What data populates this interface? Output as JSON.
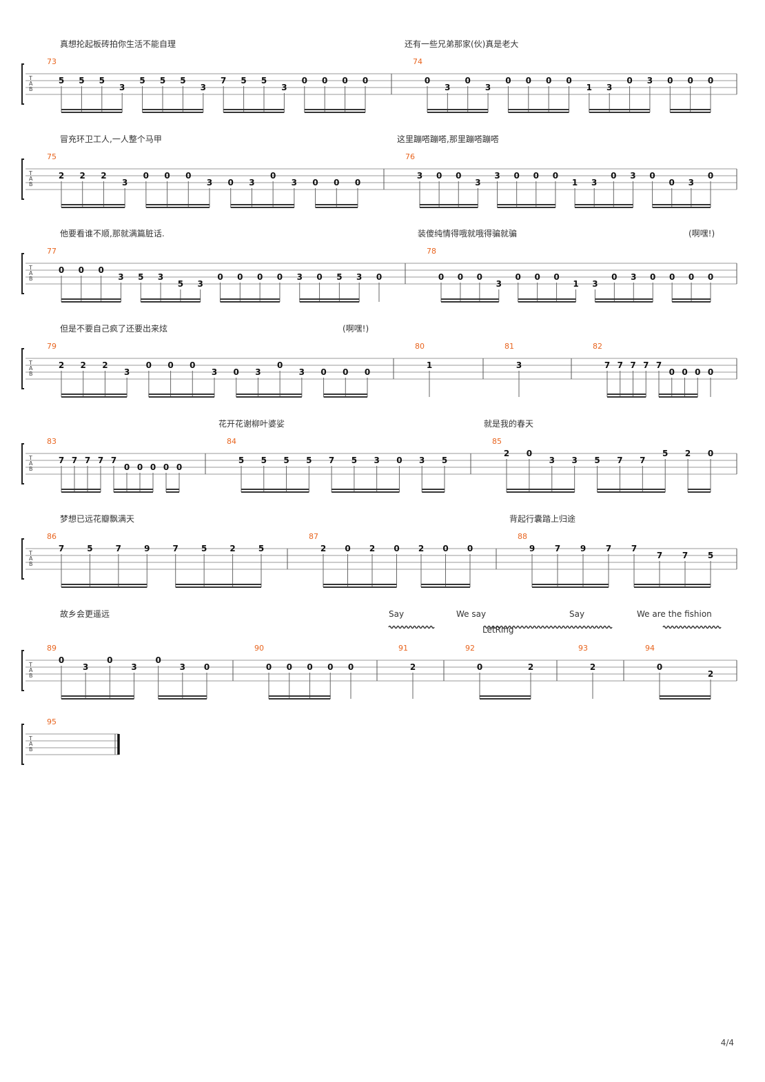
{
  "page_number": "4/4",
  "tab_label": [
    "T",
    "A",
    "B"
  ],
  "effects": {
    "let_ring_label": "LetRing"
  },
  "systems": [
    {
      "lyrics": [
        "真想抡起板砖拍你生活不能自理",
        "还有一些兄弟那家(伙)真是老大"
      ],
      "measures": [
        {
          "num": "73",
          "notes": [
            [
              2,
              "5"
            ],
            [
              2,
              "5"
            ],
            [
              2,
              "5"
            ],
            [
              3,
              "3"
            ],
            [
              2,
              "5"
            ],
            [
              2,
              "5"
            ],
            [
              2,
              "5"
            ],
            [
              3,
              "3"
            ],
            [
              2,
              "7"
            ],
            [
              2,
              "5"
            ],
            [
              2,
              "5"
            ],
            [
              3,
              "3"
            ],
            [
              2,
              "0"
            ],
            [
              2,
              "0"
            ],
            [
              2,
              "0"
            ],
            [
              2,
              "0"
            ]
          ]
        },
        {
          "num": "74",
          "notes": [
            [
              2,
              "0"
            ],
            [
              3,
              "3"
            ],
            [
              2,
              "0"
            ],
            [
              3,
              "3"
            ],
            [
              2,
              "0"
            ],
            [
              2,
              "0"
            ],
            [
              2,
              "0"
            ],
            [
              2,
              "0"
            ],
            [
              3,
              "1"
            ],
            [
              3,
              "3"
            ],
            [
              2,
              "0"
            ],
            [
              2,
              "3"
            ],
            [
              2,
              "0"
            ],
            [
              2,
              "0"
            ],
            [
              2,
              "0"
            ]
          ]
        }
      ]
    },
    {
      "lyrics": [
        "冒充环卫工人,一人整个马甲",
        "这里蹦嗒蹦嗒,那里蹦嗒蹦嗒"
      ],
      "measures": [
        {
          "num": "75",
          "notes": [
            [
              2,
              "2"
            ],
            [
              2,
              "2"
            ],
            [
              2,
              "2"
            ],
            [
              3,
              "3"
            ],
            [
              2,
              "0"
            ],
            [
              2,
              "0"
            ],
            [
              2,
              "0"
            ],
            [
              3,
              "3"
            ],
            [
              3,
              "0"
            ],
            [
              3,
              "3"
            ],
            [
              2,
              "0"
            ],
            [
              3,
              "3"
            ],
            [
              3,
              "0"
            ],
            [
              3,
              "0"
            ],
            [
              3,
              "0"
            ]
          ]
        },
        {
          "num": "76",
          "notes": [
            [
              2,
              "3"
            ],
            [
              2,
              "0"
            ],
            [
              2,
              "0"
            ],
            [
              3,
              "3"
            ],
            [
              2,
              "3"
            ],
            [
              2,
              "0"
            ],
            [
              2,
              "0"
            ],
            [
              2,
              "0"
            ],
            [
              3,
              "1"
            ],
            [
              3,
              "3"
            ],
            [
              2,
              "0"
            ],
            [
              2,
              "3"
            ],
            [
              2,
              "0"
            ],
            [
              3,
              "0"
            ],
            [
              3,
              "3"
            ],
            [
              2,
              "0"
            ]
          ]
        }
      ]
    },
    {
      "lyrics": [
        "他要看谁不顺,那就满篇脏话.",
        "装傻纯情得哦就哦得骗就骗",
        "(啊嘿!)"
      ],
      "measures": [
        {
          "num": "77",
          "notes": [
            [
              2,
              "0"
            ],
            [
              2,
              "0"
            ],
            [
              2,
              "0"
            ],
            [
              3,
              "3"
            ],
            [
              3,
              "5"
            ],
            [
              3,
              "3"
            ],
            [
              4,
              "5"
            ],
            [
              4,
              "3"
            ],
            [
              3,
              "0"
            ],
            [
              3,
              "0"
            ],
            [
              3,
              "0"
            ],
            [
              3,
              "0"
            ],
            [
              3,
              "3"
            ],
            [
              3,
              "0"
            ],
            [
              3,
              "5"
            ],
            [
              3,
              "3"
            ],
            [
              3,
              "0"
            ]
          ]
        },
        {
          "num": "78",
          "notes": [
            [
              3,
              "0"
            ],
            [
              3,
              "0"
            ],
            [
              3,
              "0"
            ],
            [
              4,
              "3"
            ],
            [
              3,
              "0"
            ],
            [
              3,
              "0"
            ],
            [
              3,
              "0"
            ],
            [
              4,
              "1"
            ],
            [
              4,
              "3"
            ],
            [
              3,
              "0"
            ],
            [
              3,
              "3"
            ],
            [
              3,
              "0"
            ],
            [
              3,
              "0"
            ],
            [
              3,
              "0"
            ],
            [
              3,
              "0"
            ]
          ]
        }
      ]
    },
    {
      "lyrics": [
        "但是不要自己疯了还要出来炫",
        "(啊嘿!)"
      ],
      "measures": [
        {
          "num": "79",
          "notes": [
            [
              2,
              "2"
            ],
            [
              2,
              "2"
            ],
            [
              2,
              "2"
            ],
            [
              3,
              "3"
            ],
            [
              2,
              "0"
            ],
            [
              2,
              "0"
            ],
            [
              2,
              "0"
            ],
            [
              3,
              "3"
            ],
            [
              3,
              "0"
            ],
            [
              3,
              "3"
            ],
            [
              2,
              "0"
            ],
            [
              3,
              "3"
            ],
            [
              3,
              "0"
            ],
            [
              3,
              "0"
            ],
            [
              3,
              "0"
            ]
          ]
        },
        {
          "num": "80",
          "notes": [
            [
              2,
              "1"
            ]
          ]
        },
        {
          "num": "81",
          "notes": [
            [
              2,
              "3"
            ]
          ]
        },
        {
          "num": "82",
          "notes": [
            [
              2,
              "7"
            ],
            [
              2,
              "7"
            ],
            [
              2,
              "7"
            ],
            [
              2,
              "7"
            ],
            [
              2,
              "7"
            ],
            [
              3,
              "0"
            ],
            [
              3,
              "0"
            ],
            [
              3,
              "0"
            ],
            [
              3,
              "0"
            ]
          ]
        }
      ]
    },
    {
      "lyrics": [
        "花开花谢柳叶婆娑",
        "就是我的春天"
      ],
      "measures": [
        {
          "num": "83",
          "notes": [
            [
              2,
              "7"
            ],
            [
              2,
              "7"
            ],
            [
              2,
              "7"
            ],
            [
              2,
              "7"
            ],
            [
              2,
              "7"
            ],
            [
              3,
              "0"
            ],
            [
              3,
              "0"
            ],
            [
              3,
              "0"
            ],
            [
              3,
              "0"
            ],
            [
              3,
              "0"
            ]
          ]
        },
        {
          "num": "84",
          "notes": [
            [
              2,
              "5"
            ],
            [
              2,
              "5"
            ],
            [
              2,
              "5"
            ],
            [
              2,
              "5"
            ],
            [
              2,
              "7"
            ],
            [
              2,
              "5"
            ],
            [
              2,
              "3"
            ],
            [
              2,
              "0"
            ],
            [
              2,
              "3"
            ],
            [
              2,
              "5"
            ]
          ]
        },
        {
          "num": "85",
          "notes": [
            [
              1,
              "2"
            ],
            [
              1,
              "0"
            ],
            [
              2,
              "3"
            ],
            [
              2,
              "3"
            ],
            [
              2,
              "5"
            ],
            [
              2,
              "7"
            ],
            [
              2,
              "7"
            ],
            [
              1,
              "5"
            ],
            [
              1,
              "2"
            ],
            [
              1,
              "0"
            ]
          ]
        }
      ]
    },
    {
      "lyrics": [
        "梦想已远花瓣飘满天",
        "背起行囊踏上归途"
      ],
      "measures": [
        {
          "num": "86",
          "notes": [
            [
              1,
              "7"
            ],
            [
              1,
              "5"
            ],
            [
              1,
              "7"
            ],
            [
              1,
              "9"
            ],
            [
              1,
              "7"
            ],
            [
              1,
              "5"
            ],
            [
              1,
              "2"
            ],
            [
              1,
              "5"
            ]
          ]
        },
        {
          "num": "87",
          "notes": [
            [
              1,
              "2"
            ],
            [
              1,
              "0"
            ],
            [
              1,
              "2"
            ],
            [
              1,
              "0"
            ],
            [
              1,
              "2"
            ],
            [
              1,
              "0"
            ],
            [
              1,
              "0"
            ]
          ]
        },
        {
          "num": "88",
          "notes": [
            [
              1,
              "9"
            ],
            [
              1,
              "7"
            ],
            [
              1,
              "9"
            ],
            [
              1,
              "7"
            ],
            [
              1,
              "7"
            ],
            [
              2,
              "7"
            ],
            [
              2,
              "7"
            ],
            [
              2,
              "5"
            ]
          ]
        }
      ]
    },
    {
      "lyrics": [
        "故乡会更遥远",
        "Say",
        "We say",
        "Say",
        "We are the fishion"
      ],
      "measures": [
        {
          "num": "89",
          "notes": [
            [
              1,
              "0"
            ],
            [
              2,
              "3"
            ],
            [
              1,
              "0"
            ],
            [
              2,
              "3"
            ],
            [
              1,
              "0"
            ],
            [
              2,
              "3"
            ],
            [
              2,
              "0"
            ]
          ]
        },
        {
          "num": "90",
          "notes": [
            [
              2,
              "0"
            ],
            [
              2,
              "0"
            ],
            [
              2,
              "0"
            ],
            [
              2,
              "0"
            ],
            [
              2,
              "0"
            ]
          ]
        },
        {
          "num": "91",
          "notes": [
            [
              2,
              "2"
            ]
          ]
        },
        {
          "num": "92",
          "notes": [
            [
              2,
              "0"
            ],
            [
              2,
              "2"
            ]
          ]
        },
        {
          "num": "93",
          "notes": [
            [
              2,
              "2"
            ]
          ]
        },
        {
          "num": "94",
          "notes": [
            [
              2,
              "0"
            ],
            [
              3,
              "2"
            ]
          ]
        }
      ]
    },
    {
      "lyrics": [],
      "measures": [
        {
          "num": "95",
          "notes": []
        }
      ]
    }
  ]
}
